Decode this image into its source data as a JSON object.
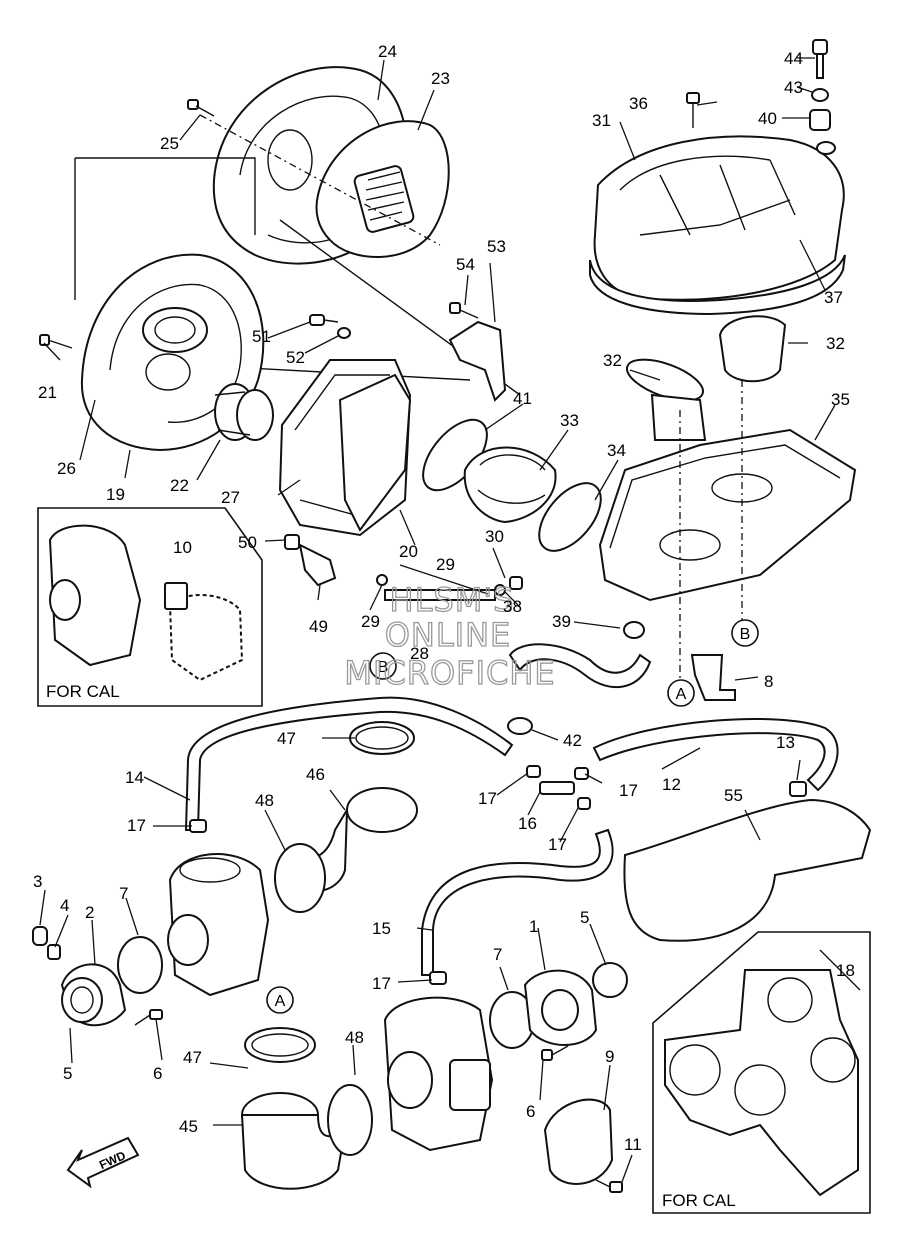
{
  "callouts": {
    "n1": "1",
    "n2": "2",
    "n3": "3",
    "n4": "4",
    "n5a": "5",
    "n5b": "5",
    "n6a": "6",
    "n6b": "6",
    "n7a": "7",
    "n7b": "7",
    "n8": "8",
    "n9": "9",
    "n10": "10",
    "n11": "11",
    "n12": "12",
    "n13": "13",
    "n14": "14",
    "n15": "15",
    "n16": "16",
    "n17a": "17",
    "n17b": "17",
    "n17c": "17",
    "n17d": "17",
    "n17e": "17",
    "n18": "18",
    "n19": "19",
    "n20": "20",
    "n21": "21",
    "n22": "22",
    "n23": "23",
    "n24": "24",
    "n25": "25",
    "n26": "26",
    "n27": "27",
    "n28": "28",
    "n29a": "29",
    "n29b": "29",
    "n30": "30",
    "n31": "31",
    "n32a": "32",
    "n32b": "32",
    "n33": "33",
    "n34": "34",
    "n35": "35",
    "n36": "36",
    "n37": "37",
    "n38": "38",
    "n39": "39",
    "n40": "40",
    "n41": "41",
    "n42": "42",
    "n43": "43",
    "n44": "44",
    "n45": "45",
    "n46": "46",
    "n47a": "47",
    "n47b": "47",
    "n48a": "48",
    "n48b": "48",
    "n49": "49",
    "n50": "50",
    "n51": "51",
    "n52": "52",
    "n53": "53",
    "n54": "54",
    "n55": "55"
  },
  "refs": {
    "A1": "A",
    "A2": "A",
    "B1": "B",
    "B2": "B"
  },
  "insets": {
    "cal_left": "FOR CAL",
    "cal_right": "FOR CAL"
  },
  "direction_badge": "FWD",
  "watermark": {
    "line1": "HLSM'S",
    "line2": "ONLINE",
    "line3": "MICROFICHE"
  }
}
